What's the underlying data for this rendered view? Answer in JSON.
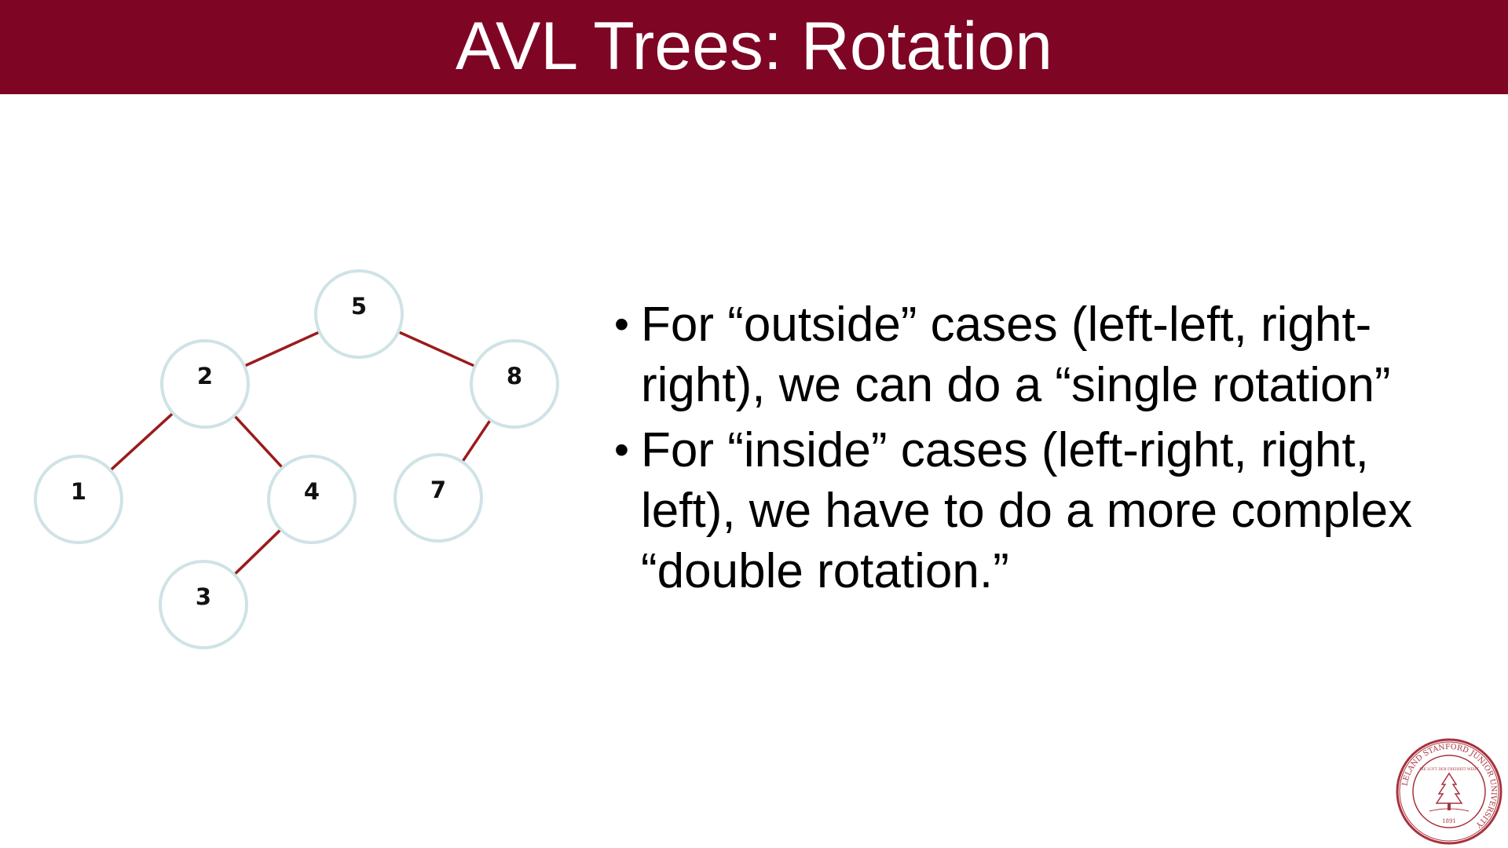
{
  "slide": {
    "title": "AVL Trees: Rotation",
    "bullets": [
      "For “outside” cases (left-left, right-right), we can do a “single rotation”",
      "For “inside” cases (left-right, right, left), we have to do a more complex “double rotation.”"
    ]
  },
  "tree": {
    "nodes": [
      {
        "id": "n5",
        "label": "5"
      },
      {
        "id": "n2",
        "label": "2"
      },
      {
        "id": "n8",
        "label": "8"
      },
      {
        "id": "n1",
        "label": "1"
      },
      {
        "id": "n4",
        "label": "4"
      },
      {
        "id": "n7",
        "label": "7"
      },
      {
        "id": "n3",
        "label": "3"
      }
    ],
    "edges": [
      [
        "n5",
        "n2"
      ],
      [
        "n5",
        "n8"
      ],
      [
        "n2",
        "n1"
      ],
      [
        "n2",
        "n4"
      ],
      [
        "n8",
        "n7"
      ],
      [
        "n4",
        "n3"
      ]
    ]
  },
  "seal": {
    "ring_text": "LELAND STANFORD JUNIOR UNIVERSITY",
    "motto": "DIE LUFT DER FREIHEIT WEHT",
    "year": "1891"
  },
  "colors": {
    "title_bar": "#7f0524",
    "edge": "#9b1b1b",
    "node_stroke": "#cfe3e6",
    "seal": "#a8323c"
  }
}
